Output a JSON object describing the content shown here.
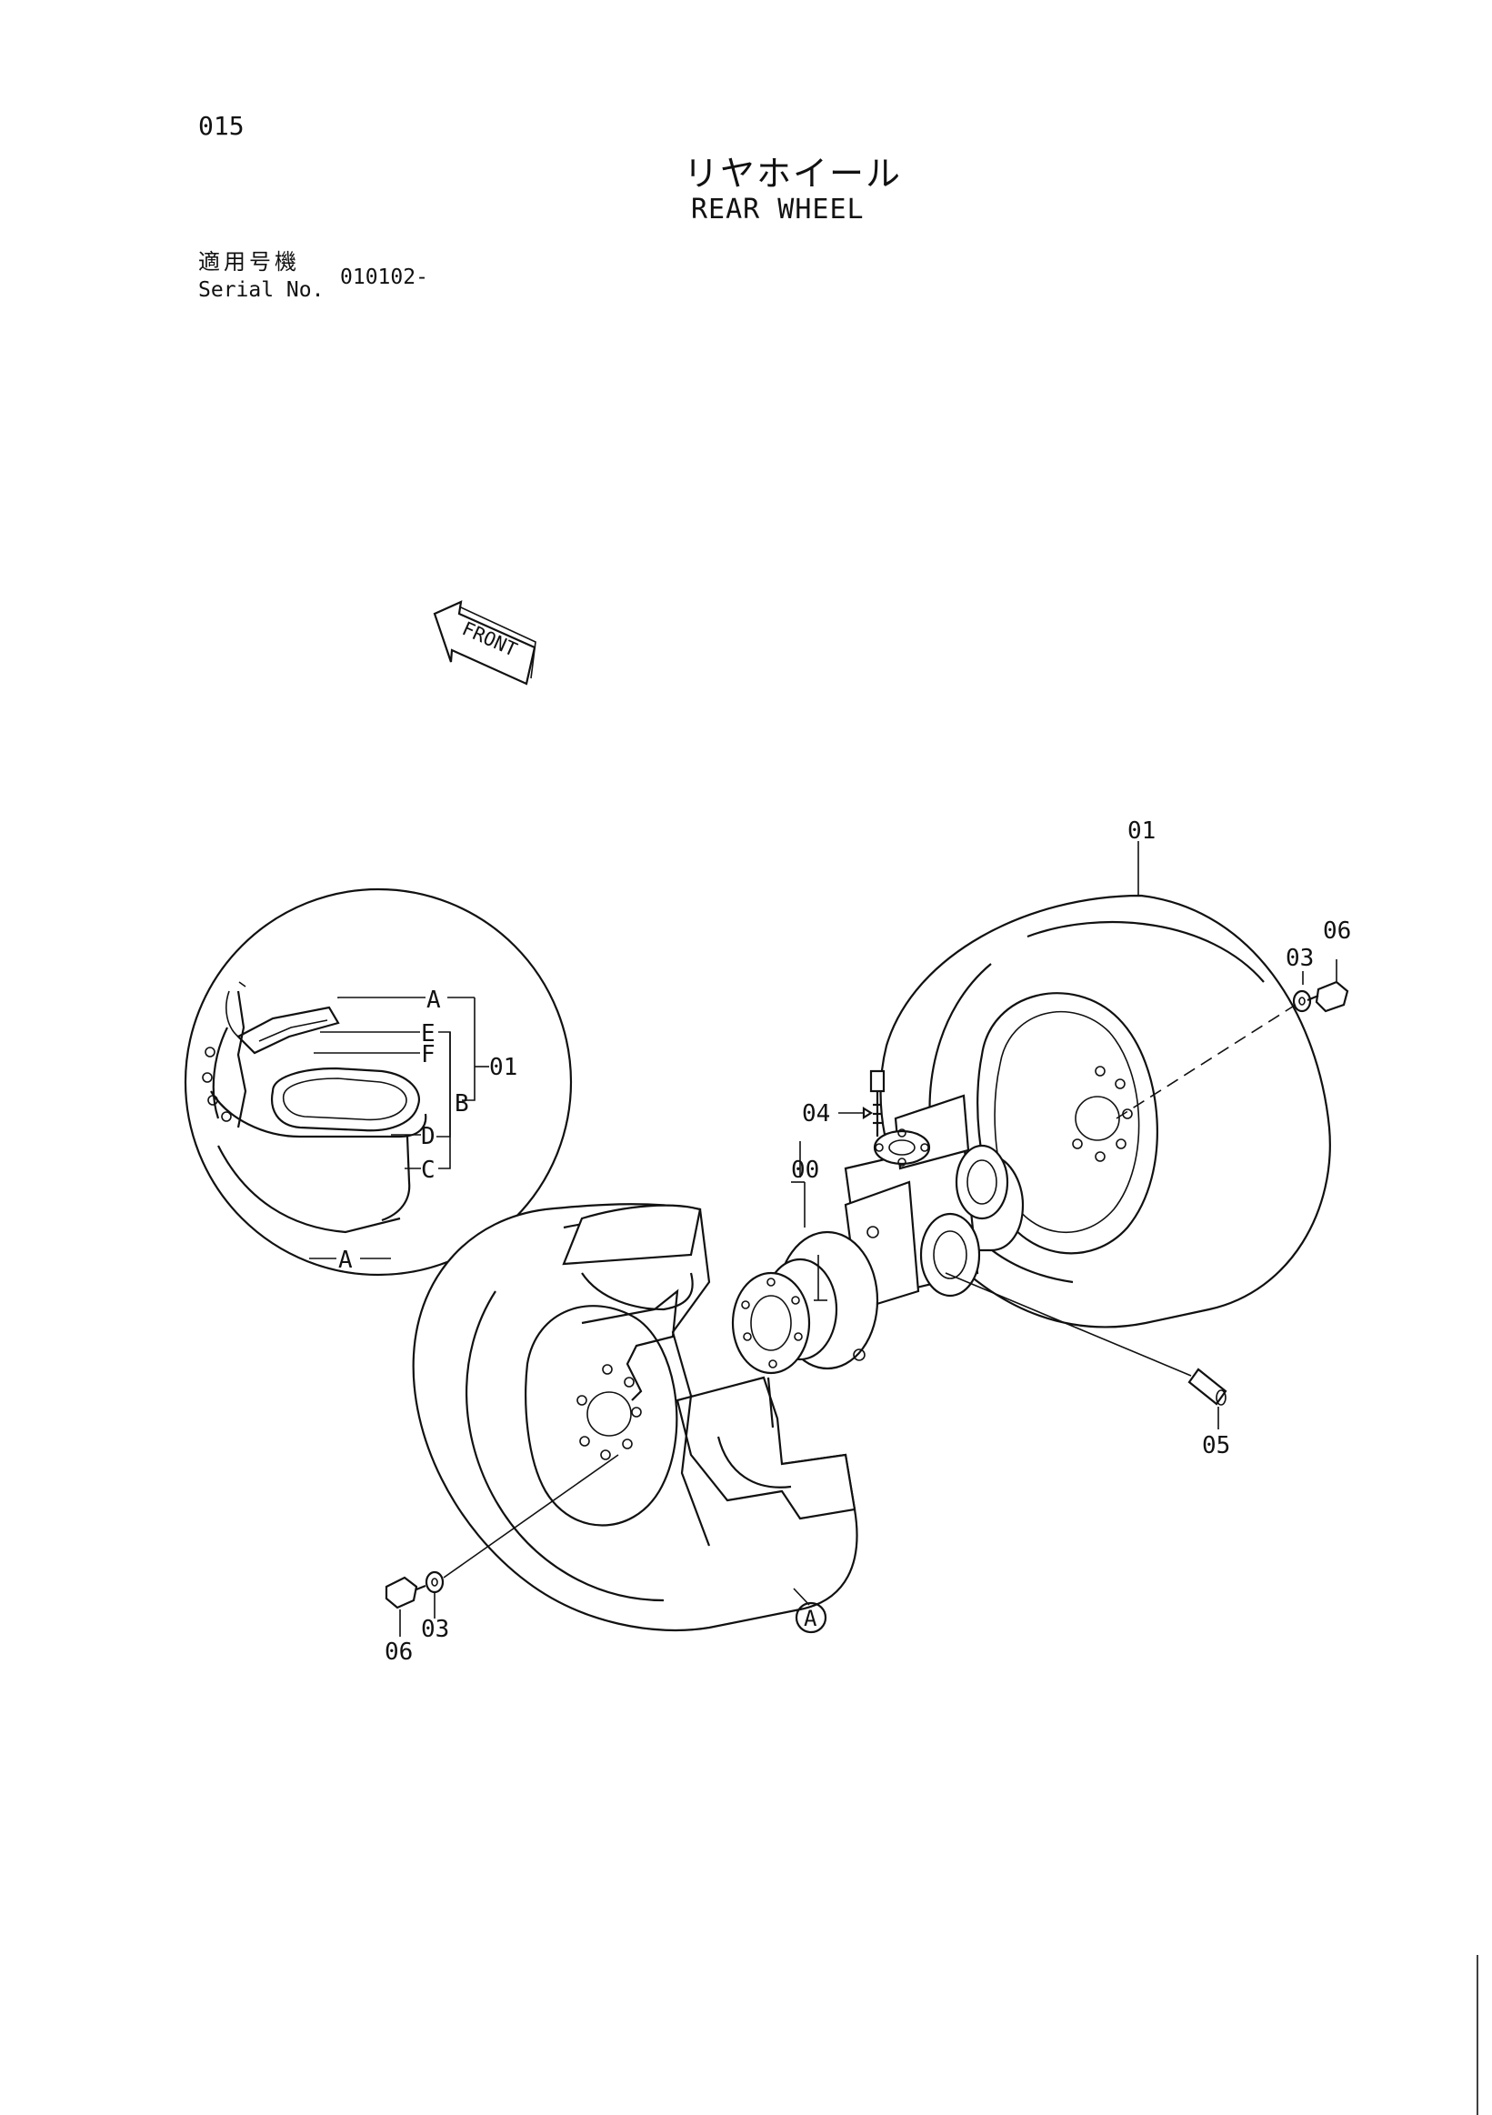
{
  "header": {
    "page_number": "015",
    "title_jp": "リヤホイール",
    "title_en": "REAR WHEEL",
    "serial_label_jp": "適用号機",
    "serial_label_en": "Serial No.",
    "serial_value": "010102-"
  },
  "front_arrow": {
    "label": "FRONT"
  },
  "detail_view": {
    "labels": {
      "a_top": "A",
      "e": "E",
      "f": "F",
      "b": "B",
      "d": "D",
      "c": "C",
      "part_01": "01",
      "a_bottom": "A"
    }
  },
  "callouts": {
    "part_01": "01",
    "part_03_right": "03",
    "part_06_right": "06",
    "part_04": "04",
    "part_00": "00",
    "part_05": "05",
    "part_06_left": "06",
    "part_03_left": "03",
    "view_a": "A"
  },
  "icons": {
    "front_arrow": "front-arrow-icon",
    "view_marker": "circled-letter-icon"
  }
}
